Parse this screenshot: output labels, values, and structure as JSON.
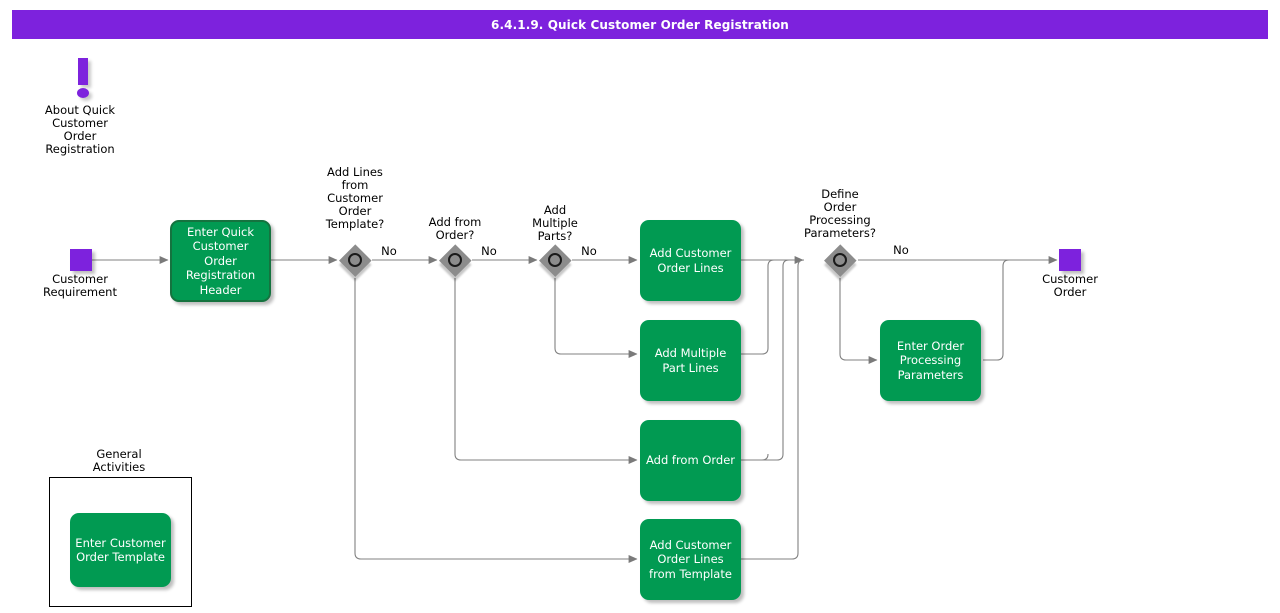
{
  "header": {
    "title": "6.4.1.9. Quick Customer Order Registration",
    "bar_color": "#7d22dd"
  },
  "theme": {
    "task_fill": "#019A52",
    "task_text": "#ffffff",
    "event_fill": "#7d22dd",
    "gateway_fill": "#8c8c8c",
    "connector": "#808080",
    "canvas": "#ffffff"
  },
  "note": {
    "icon": "exclamation-icon",
    "label": "About Quick\nCustomer\nOrder\nRegistration"
  },
  "events": [
    {
      "name": "start-event",
      "label": "Customer\nRequirement",
      "type": "start"
    },
    {
      "name": "end-event",
      "label": "Customer\nOrder",
      "type": "end"
    }
  ],
  "gateways": [
    {
      "name": "gateway-add-lines-from-template",
      "label": "Add Lines\nfrom\nCustomer\nOrder\nTemplate?",
      "flow_label": "No"
    },
    {
      "name": "gateway-add-from-order",
      "label": "Add from\nOrder?",
      "flow_label": "No"
    },
    {
      "name": "gateway-add-multiple-parts",
      "label": "Add\nMultiple\nParts?",
      "flow_label": "No"
    },
    {
      "name": "gateway-define-order-processing-parameters",
      "label": "Define\nOrder\nProcessing\nParameters?",
      "flow_label": "No"
    }
  ],
  "tasks": [
    {
      "name": "task-enter-quick-header",
      "label": "Enter Quick\nCustomer Order\nRegistration\nHeader"
    },
    {
      "name": "task-add-customer-order-lines",
      "label": "Add Customer\nOrder Lines"
    },
    {
      "name": "task-add-multiple-part-lines",
      "label": "Add Multiple Part\nLines"
    },
    {
      "name": "task-add-from-order",
      "label": "Add from Order"
    },
    {
      "name": "task-add-customer-order-lines-from-template",
      "label": "Add Customer\nOrder Lines\nfrom Template"
    },
    {
      "name": "task-enter-order-processing-parameters",
      "label": "Enter Order\nProcessing\nParameters"
    },
    {
      "name": "task-enter-customer-order-template",
      "label": "Enter Customer\nOrder Template"
    }
  ],
  "group": {
    "name": "group-general-activities",
    "label": "General\nActivities"
  }
}
